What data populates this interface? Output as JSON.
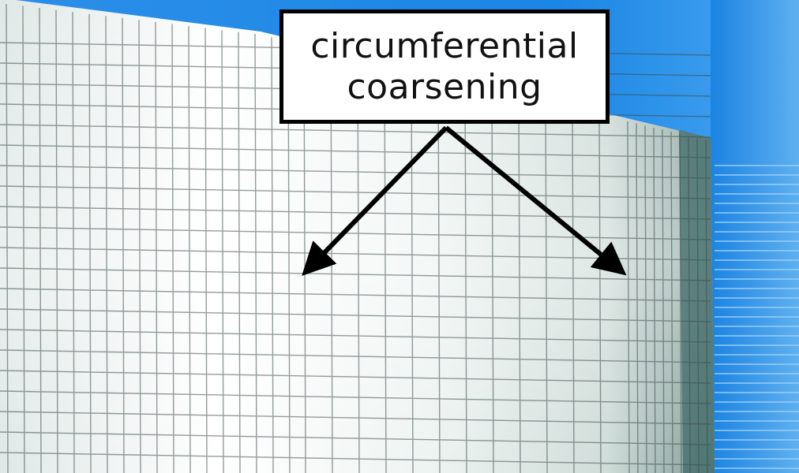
{
  "callout": {
    "line1": "circumferential",
    "line2": "coarsening"
  },
  "colors": {
    "background_blue": "#1a86e6",
    "mesh_light": "#e8f1f0",
    "mesh_line": "#3d4c4c",
    "annotation": "#000000"
  },
  "icons": [
    "arrow-left-down",
    "arrow-right-down"
  ]
}
